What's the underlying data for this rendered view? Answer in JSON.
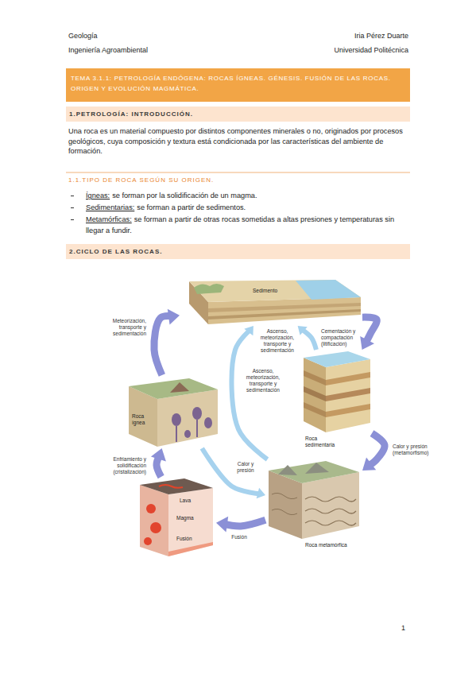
{
  "diagram": {
    "title": "TEMA 3.1.1: PETROLOGÍA ENDÓGENA: ROCAS ÍGNEAS. GÉNESIS. FUSIÓN DE LAS ROCAS. ORIGEN Y EVOLUCIÓN MAGMÁTICA.",
    "nodes": [
      {
        "text": [
          "1.PETROLOGÍA: INTRODUCCIÓN."
        ]
      },
      {
        "text": [
          "2.CICLO DE LAS ROCAS."
        ]
      },
      {
        "text": [
          "Sedimento"
        ]
      },
      {
        "text": [
          "Roca ígnea"
        ]
      },
      {
        "text": [
          "Roca sedimentaria"
        ]
      },
      {
        "text": [
          "Lava",
          "Magma",
          "Fusión"
        ]
      },
      {
        "text": [
          "Roca metamórfica"
        ]
      }
    ],
    "edges": [
      {
        "from": 2,
        "to": 4,
        "arrow": "to",
        "label": "Cementación y compactación (litificación)"
      },
      {
        "from": 4,
        "to": 6,
        "arrow": "to",
        "label": "Calor y presión (metamorfismo)"
      },
      {
        "from": 6,
        "to": 5,
        "arrow": "to",
        "label": "Fusión"
      },
      {
        "from": 5,
        "to": 3,
        "arrow": "to",
        "label": "Enfriamiento y solidificación (cristalización)"
      },
      {
        "from": 3,
        "to": 2,
        "arrow": "to",
        "label": "Meteorización, transporte y sedimentación"
      },
      {
        "from": 4,
        "to": 2,
        "arrow": "to",
        "label": "Ascenso, meteorización, transporte y sedimentación"
      },
      {
        "from": 6,
        "to": 2,
        "arrow": "to",
        "label": "Ascenso, meteorización, transporte y sedimentación"
      },
      {
        "from": 3,
        "to": 6,
        "arrow": "to",
        "label": "Calor y presión"
      }
    ],
    "labels": [
      "Geología",
      "Ingeniería Agroambiental",
      "Iria Pérez Duarte",
      "Universidad Politécnica",
      "1.1.TIPO DE ROCA SEGÚN SU ORIGEN.",
      "Una roca es un material compuesto por distintos componentes minerales o no, originados por procesos geológicos, cuya composición y textura está condicionada por las características del ambiente de formación.",
      "Ígneas:",
      "se forman por la solidificación de un magma.",
      "Sedimentarias:",
      "se forman a partir de sedimentos.",
      "Metamórficas:",
      "se forman a partir de otras rocas sometidas a altas presiones y temperaturas sin llegar a fundir.",
      "1"
    ]
  }
}
